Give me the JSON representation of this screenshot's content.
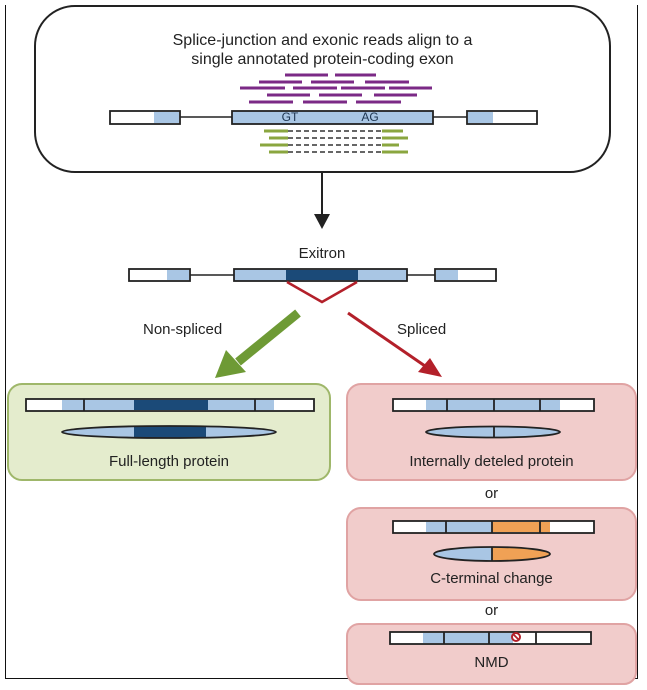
{
  "top_panel": {
    "title_line1": "Splice-junction and exonic reads align to a",
    "title_line2": "single annotated protein-coding exon",
    "donor_site": "GT",
    "acceptor_site": "AG"
  },
  "middle": {
    "exitron_label": "Exitron",
    "non_spliced_label": "Non-spliced",
    "spliced_label": "Spliced"
  },
  "outcomes": {
    "full_length": "Full-length protein",
    "internal_deletion": "Internally deteled protein",
    "or_1": "or",
    "c_terminal": "C-terminal change",
    "or_2": "or",
    "nmd": "NMD"
  },
  "colors": {
    "exon_light_blue": "#a9c6e4",
    "exitron_dark_blue": "#1b4a78",
    "read_purple": "#7b2a86",
    "read_green": "#8aa63f",
    "spliced_arrow_red": "#b3202a",
    "nonspliced_arrow_green": "#6e9a35",
    "frameshift_orange": "#f0a155",
    "green_box_fill": "#e4eccd",
    "green_box_border": "#9fb76a",
    "red_box_fill": "#f1cccb",
    "red_box_border": "#e0a3a3"
  }
}
